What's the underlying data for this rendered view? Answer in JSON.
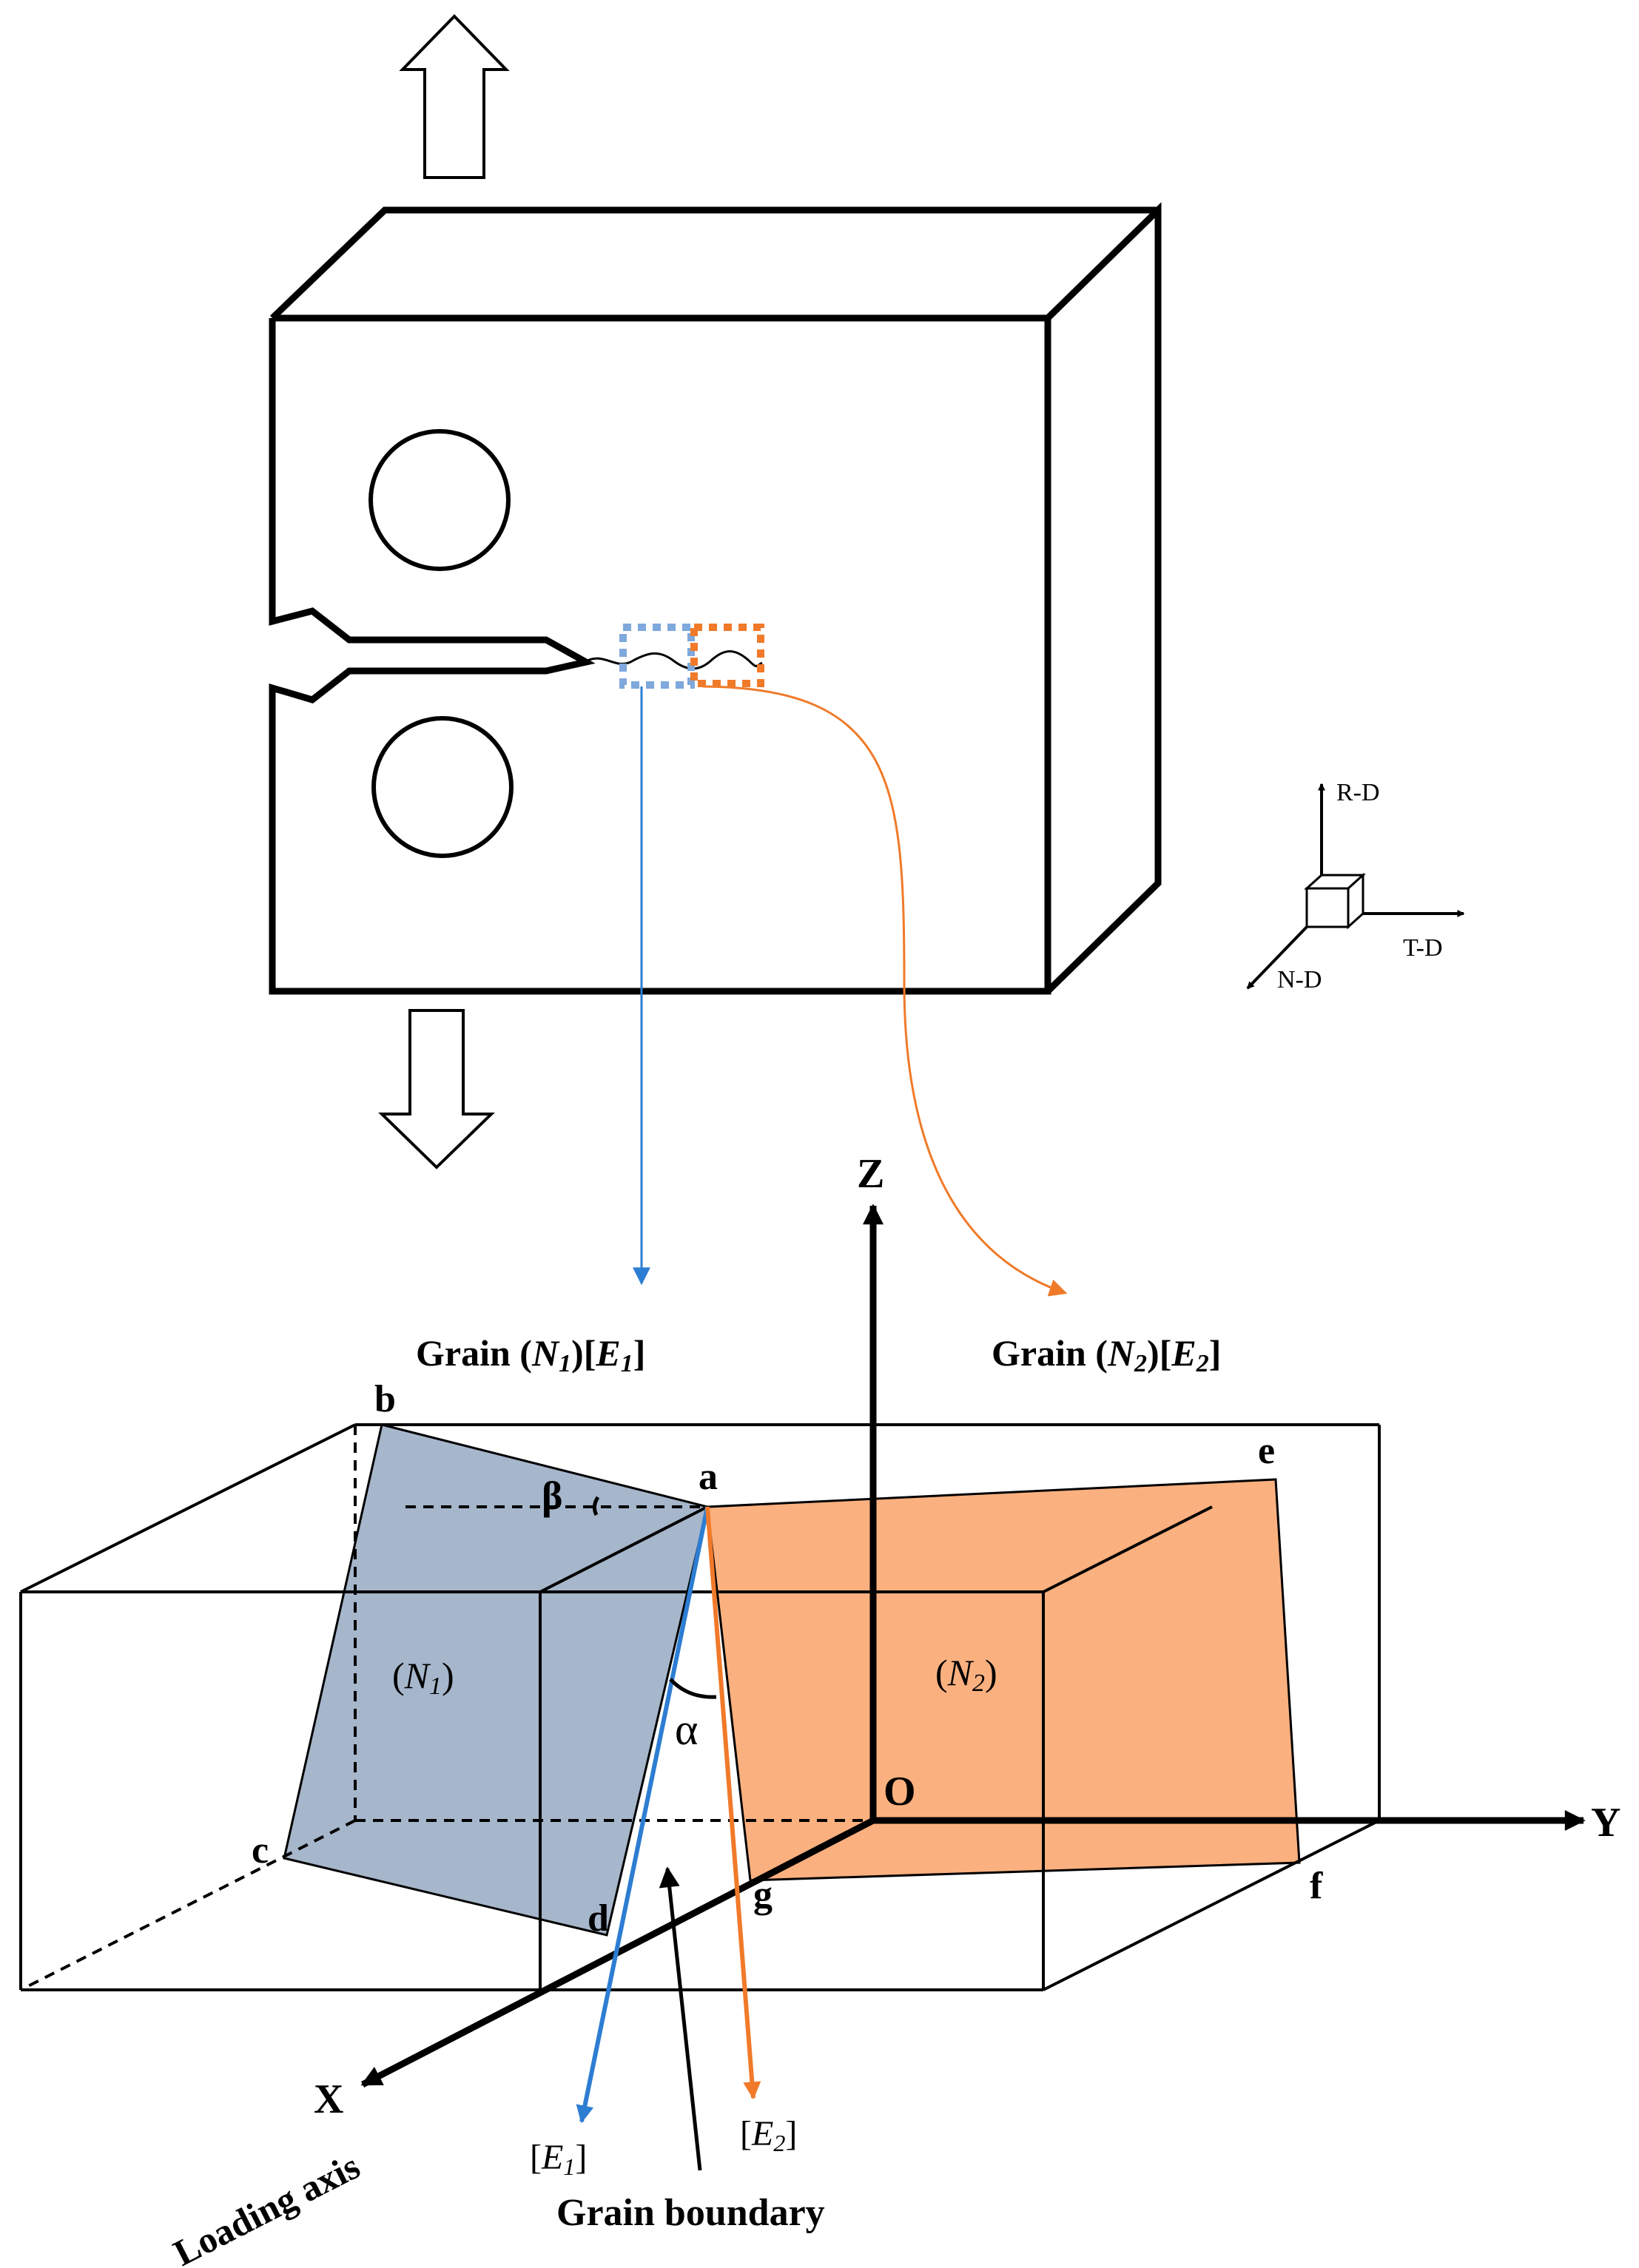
{
  "colors": {
    "ink": "#000000",
    "blue_line": "#2d7dd2",
    "blue_plane": "#a6b6cb",
    "blue_dotted_box": "#7fa8dc",
    "orange_line": "#f07a2a",
    "orange_plane": "#fbb07f",
    "orange_dotted_box": "#f07a2a"
  },
  "icons": {
    "load_up": "hollow-arrow-up",
    "load_down": "hollow-arrow-down",
    "orientation_cube": "small-cube-triad"
  },
  "triad": {
    "rd": "R-D",
    "td": "T-D",
    "nd": "N-D"
  },
  "grain1": {
    "prefix": "Grain (",
    "n_main": "N",
    "n_sub": "1",
    "mid": ")[",
    "e_main": "E",
    "e_sub": "1",
    "suffix": "]"
  },
  "grain2": {
    "prefix": "Grain (",
    "n_main": "N",
    "n_sub": "2",
    "mid": ")[",
    "e_main": "E",
    "e_sub": "2",
    "suffix": "]"
  },
  "axes": {
    "z": "Z",
    "y": "Y",
    "x": "X",
    "origin": "O",
    "loading_axis": "Loading axis"
  },
  "points": {
    "a": "a",
    "b": "b",
    "c": "c",
    "d": "d",
    "e": "e",
    "f": "f",
    "g": "g"
  },
  "angles": {
    "alpha": "α",
    "beta": "β"
  },
  "planes": {
    "n1": {
      "open": "(",
      "main": "N",
      "sub": "1",
      "close": ")"
    },
    "n2": {
      "open": "(",
      "main": "N",
      "sub": "2",
      "close": ")"
    }
  },
  "vectors": {
    "e1": {
      "open": "[",
      "main": "E",
      "sub": "1",
      "close": "]"
    },
    "e2": {
      "open": "[",
      "main": "E",
      "sub": "2",
      "close": "]"
    }
  },
  "grain_boundary": "Grain boundary"
}
